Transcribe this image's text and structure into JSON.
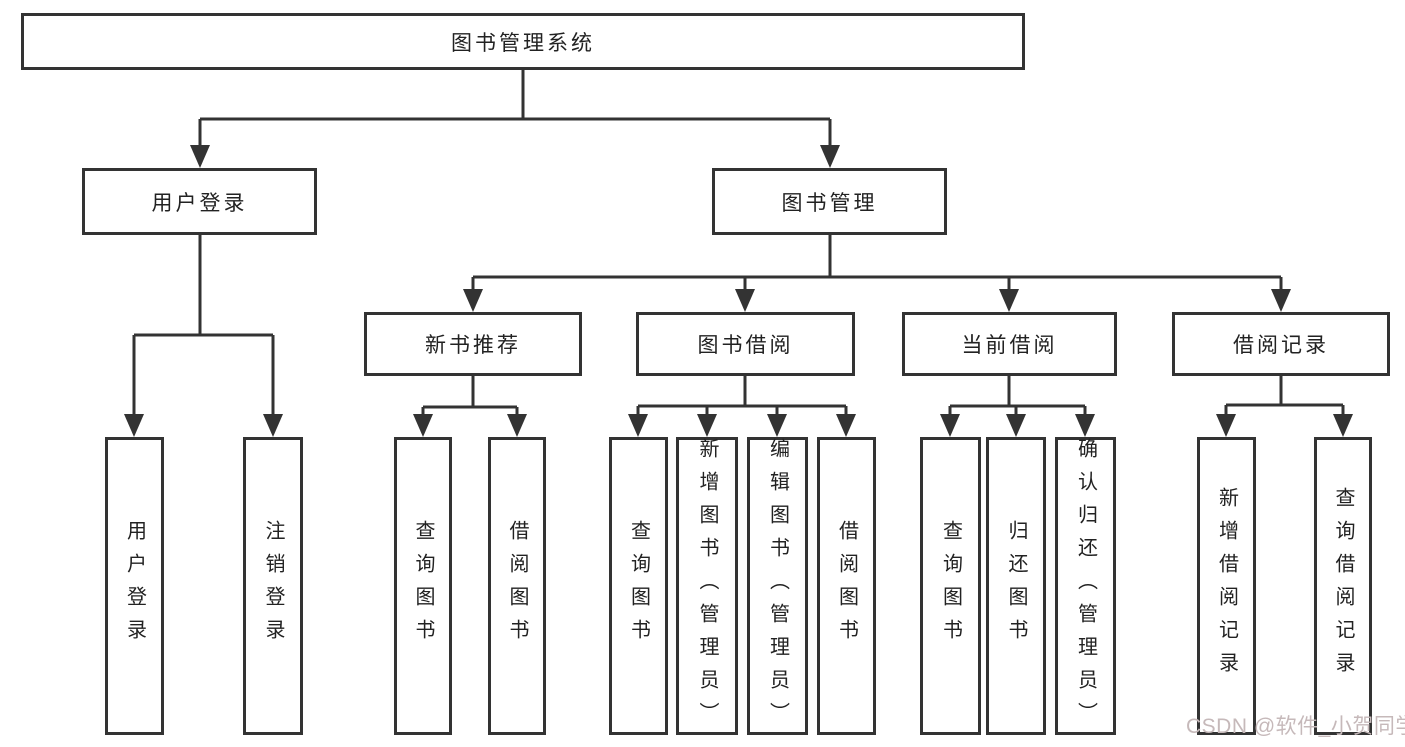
{
  "diagram": {
    "root": {
      "label": "图书管理系统"
    },
    "branches": [
      {
        "label": "用户登录",
        "children": [
          {
            "label": "用户登录"
          },
          {
            "label": "注销登录"
          }
        ]
      },
      {
        "label": "图书管理",
        "children": [
          {
            "label": "新书推荐",
            "children": [
              {
                "label": "查询图书"
              },
              {
                "label": "借阅图书"
              }
            ]
          },
          {
            "label": "图书借阅",
            "children": [
              {
                "label": "查询图书"
              },
              {
                "label": "新增图书（管理员）"
              },
              {
                "label": "编辑图书（管理员）"
              },
              {
                "label": "借阅图书"
              }
            ]
          },
          {
            "label": "当前借阅",
            "children": [
              {
                "label": "查询图书"
              },
              {
                "label": "归还图书"
              },
              {
                "label": "确认归还（管理员）"
              }
            ]
          },
          {
            "label": "借阅记录",
            "children": [
              {
                "label": "新增借阅记录"
              },
              {
                "label": "查询借阅记录"
              }
            ]
          }
        ]
      }
    ]
  },
  "watermark": {
    "text": "CSDN @软件_小贺同学"
  },
  "colors": {
    "line": "#333333",
    "text": "#222222",
    "watermark": "#c6b9ba",
    "background": "#ffffff"
  }
}
